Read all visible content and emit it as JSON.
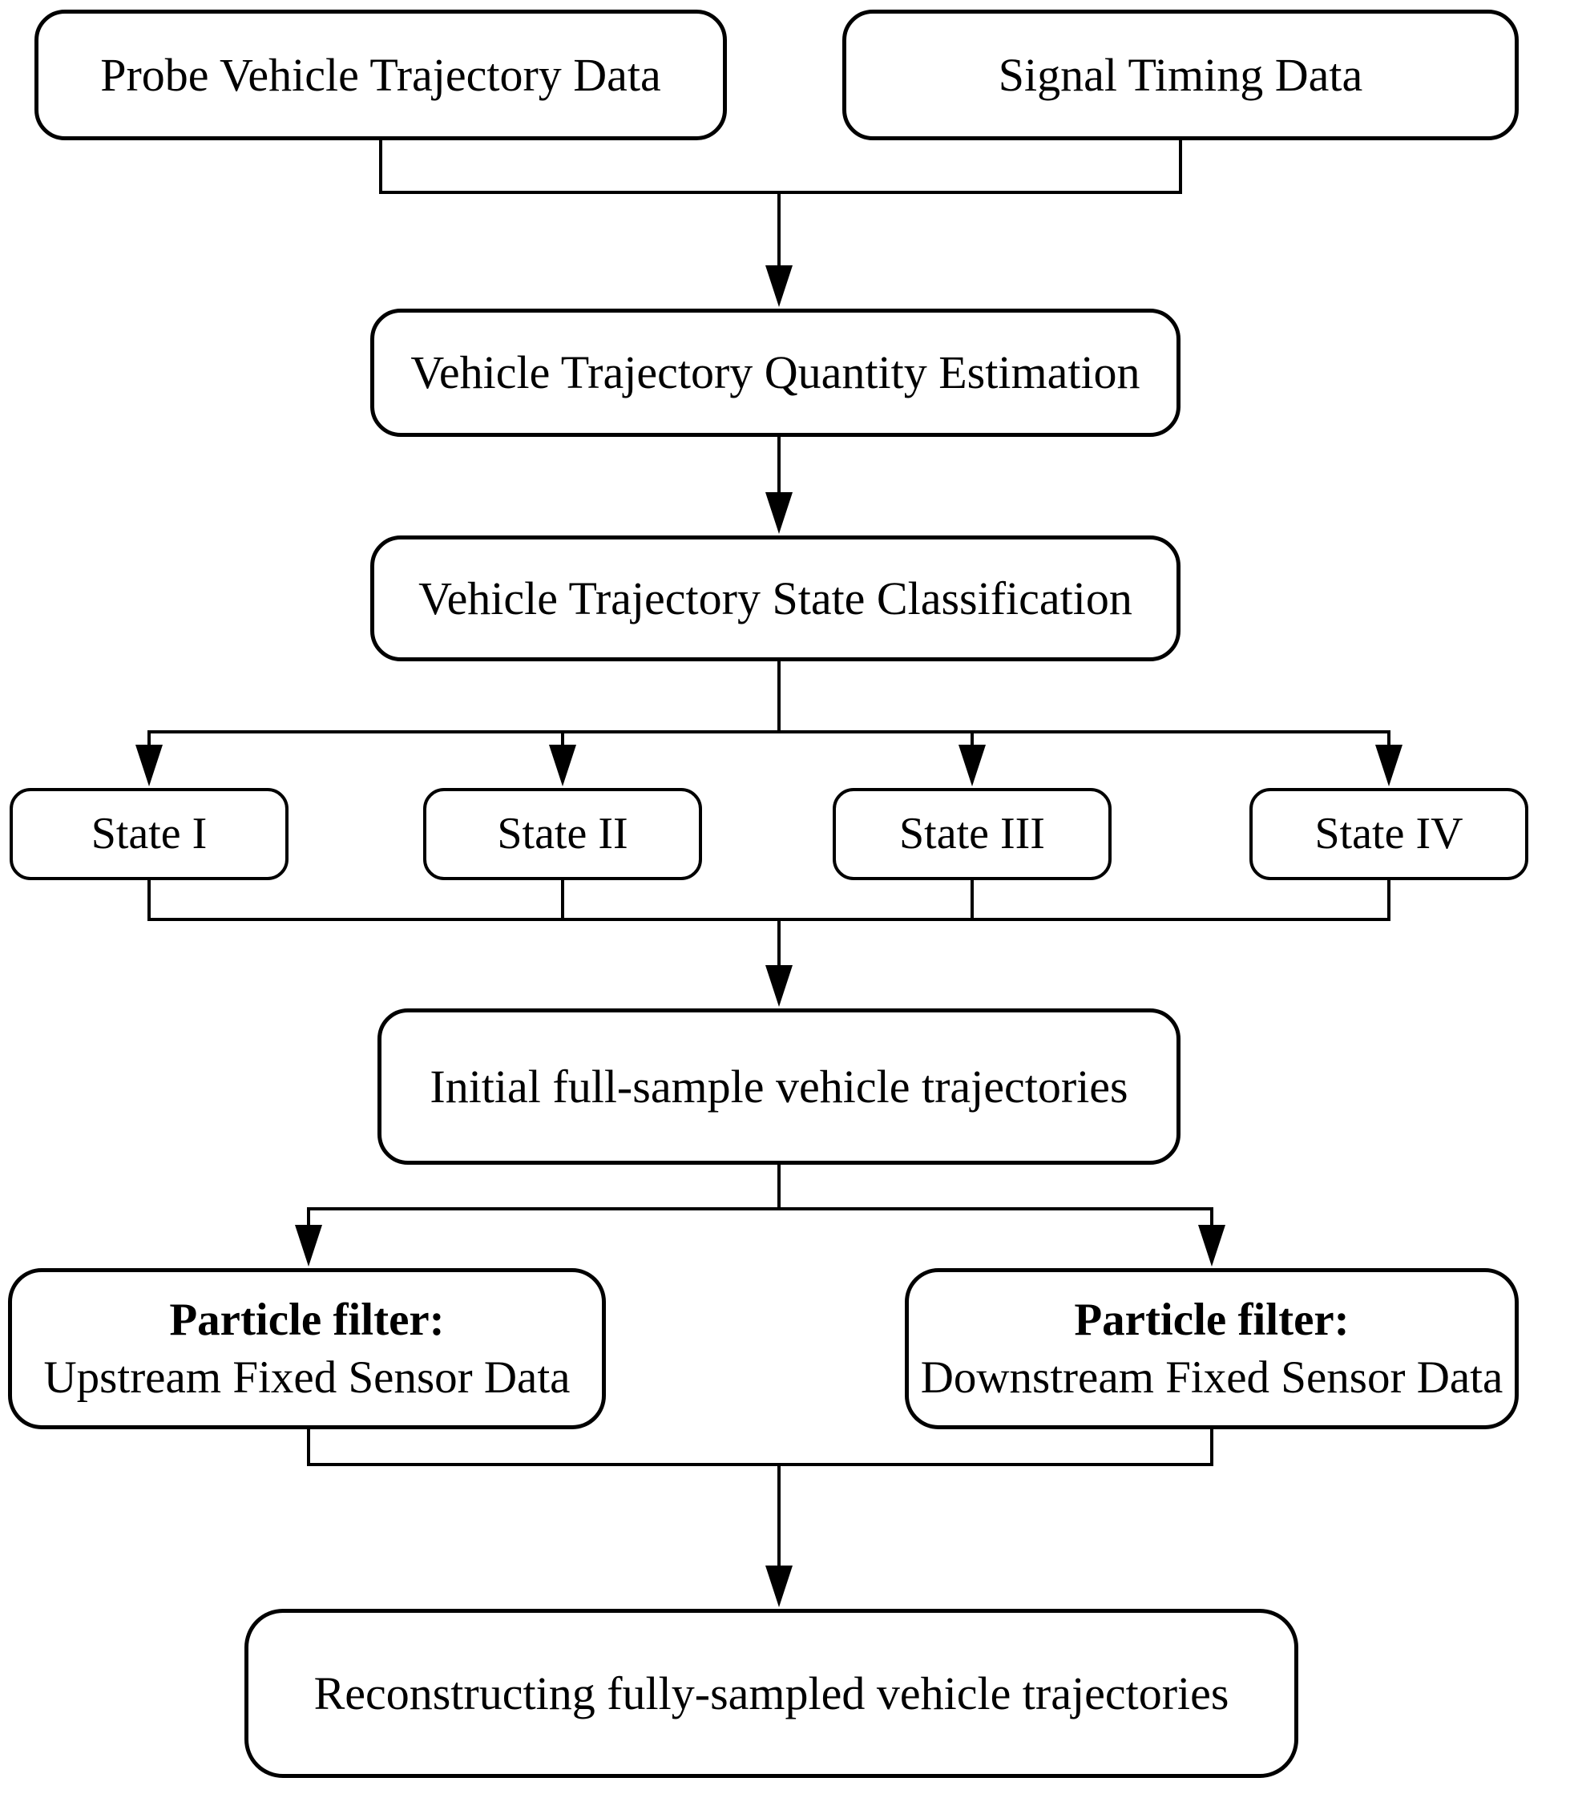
{
  "nodes": {
    "probe": {
      "label": "Probe Vehicle Trajectory Data"
    },
    "signal_timing": {
      "label": "Signal Timing Data"
    },
    "quantity_estimation": {
      "label": "Vehicle Trajectory Quantity Estimation"
    },
    "state_classification": {
      "label": "Vehicle Trajectory State Classification"
    },
    "state_1": {
      "label": "State I"
    },
    "state_2": {
      "label": "State II"
    },
    "state_3": {
      "label": "State III"
    },
    "state_4": {
      "label": "State IV"
    },
    "initial_trajectories": {
      "label": "Initial full-sample vehicle trajectories"
    },
    "particle_filter_upstream": {
      "title": "Particle filter:",
      "subtitle": "Upstream Fixed Sensor Data"
    },
    "particle_filter_downstream": {
      "title": "Particle filter:",
      "subtitle": "Downstream Fixed Sensor Data"
    },
    "reconstruction": {
      "label": "Reconstructing fully-sampled vehicle trajectories"
    }
  },
  "edges": [
    {
      "from": [
        "probe",
        "signal_timing"
      ],
      "to": "quantity_estimation"
    },
    {
      "from": "quantity_estimation",
      "to": "state_classification"
    },
    {
      "from": "state_classification",
      "to": [
        "state_1",
        "state_2",
        "state_3",
        "state_4"
      ]
    },
    {
      "from": [
        "state_1",
        "state_2",
        "state_3",
        "state_4"
      ],
      "to": "initial_trajectories"
    },
    {
      "from": "initial_trajectories",
      "to": [
        "particle_filter_upstream",
        "particle_filter_downstream"
      ]
    },
    {
      "from": [
        "particle_filter_upstream",
        "particle_filter_downstream"
      ],
      "to": "reconstruction"
    }
  ],
  "colors": {
    "line": "#000000",
    "box_border": "#000000",
    "box_fill": "#ffffff",
    "text": "#000000",
    "background": "#ffffff"
  }
}
